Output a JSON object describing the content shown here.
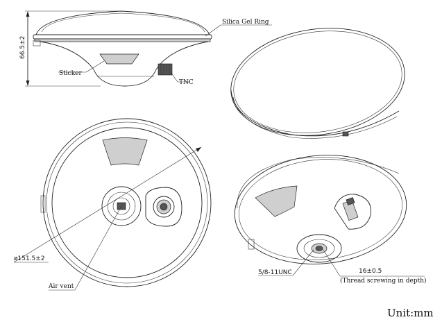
{
  "labels": {
    "height_dim": "66.5±2",
    "silica_gel_ring": "Silica Gel Ring",
    "sticker": "Sticker",
    "tnc": "TNC",
    "diameter_dim": "ø151.5±2",
    "air_vent": "Air vent",
    "thread_spec": "5/8-11UNC",
    "thread_depth_value": "16±0.5",
    "thread_depth_note": "(Thread screwing in depth)",
    "unit": "Unit:mm"
  }
}
